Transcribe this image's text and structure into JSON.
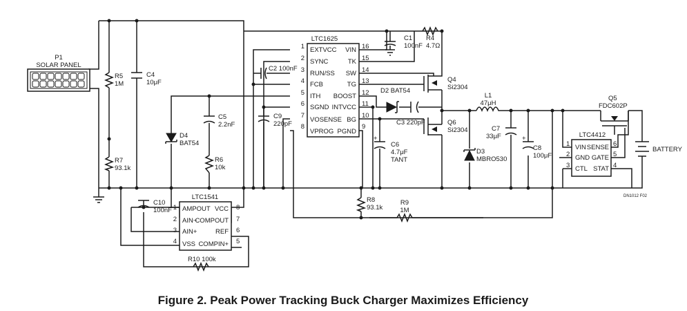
{
  "caption": "Figure 2. Peak Power Tracking Buck Charger Maximizes Efficiency",
  "figure_code": "DN1012 F02",
  "components": {
    "p1_ref": "P1",
    "p1_name": "SOLAR PANEL",
    "r5_ref": "R5",
    "r5_val": "1M",
    "r7_ref": "R7",
    "r7_val": "93.1k",
    "c4_ref": "C4",
    "c4_val": "10μF",
    "d4_ref": "D4",
    "d4_val": "BAT54",
    "c5_ref": "C5",
    "c5_val": "2.2nF",
    "r6_ref": "R6",
    "r6_val": "10k",
    "c2_label": "C2 100nF",
    "c9_ref": "C9",
    "c9_val": "220pF",
    "c1_ref": "C1",
    "c1_val": "100nF",
    "r4_ref": "R4",
    "r4_val": "4.7Ω",
    "q4_ref": "Q4",
    "q4_val": "Si2304",
    "q6_ref": "Q6",
    "q6_val": "Si2304",
    "d2_label": "D2 BAT54",
    "c3_label": "C3 220pF",
    "c6_ref": "C6",
    "c6_val": "4.7μF",
    "c6_type": "TANT",
    "l1_ref": "L1",
    "l1_val": "47μH",
    "c7_ref": "C7",
    "c7_val": "33μF",
    "c8_ref": "C8",
    "c8_val": "100μF",
    "d3_ref": "D3",
    "d3_val": "MBRO530",
    "q5_ref": "Q5",
    "q5_val": "FDC602P",
    "battery": "BATTERY",
    "r8_ref": "R8",
    "r8_val": "93.1k",
    "r9_ref": "R9",
    "r9_val": "1M",
    "c10_ref": "C10",
    "c10_val": "100nF",
    "r10_label": "R10 100k"
  },
  "ltc1625": {
    "name": "LTC1625",
    "left_pins": [
      {
        "num": "1",
        "name": "EXTVCC"
      },
      {
        "num": "2",
        "name": "SYNC"
      },
      {
        "num": "3",
        "name": "RUN/SS"
      },
      {
        "num": "4",
        "name": "FCB"
      },
      {
        "num": "5",
        "name": "ITH"
      },
      {
        "num": "6",
        "name": "SGND"
      },
      {
        "num": "7",
        "name": "VOSENSE"
      },
      {
        "num": "8",
        "name": "VPROG"
      }
    ],
    "right_pins": [
      {
        "num": "16",
        "name": "VIN"
      },
      {
        "num": "15",
        "name": "TK"
      },
      {
        "num": "14",
        "name": "SW"
      },
      {
        "num": "13",
        "name": "TG"
      },
      {
        "num": "12",
        "name": "BOOST"
      },
      {
        "num": "11",
        "name": "INTVCC"
      },
      {
        "num": "10",
        "name": "BG"
      },
      {
        "num": "9",
        "name": "PGND"
      }
    ]
  },
  "ltc1541": {
    "name": "LTC1541",
    "left_pins": [
      {
        "num": "1",
        "name": "AMPOUT"
      },
      {
        "num": "2",
        "name": "AIN−"
      },
      {
        "num": "3",
        "name": "AIN+"
      },
      {
        "num": "4",
        "name": "VSS"
      }
    ],
    "right_pins": [
      {
        "num": "8",
        "name": "VCC"
      },
      {
        "num": "7",
        "name": "COMPOUT"
      },
      {
        "num": "6",
        "name": "REF"
      },
      {
        "num": "5",
        "name": "COMPIN+"
      }
    ]
  },
  "ltc4412": {
    "name": "LTC4412",
    "left_pins": [
      {
        "num": "1",
        "name": "VIN"
      },
      {
        "num": "2",
        "name": "GND"
      },
      {
        "num": "3",
        "name": "CTL"
      }
    ],
    "right_pins": [
      {
        "num": "6",
        "name": "SENSE"
      },
      {
        "num": "5",
        "name": "GATE"
      },
      {
        "num": "4",
        "name": "STAT"
      }
    ]
  }
}
